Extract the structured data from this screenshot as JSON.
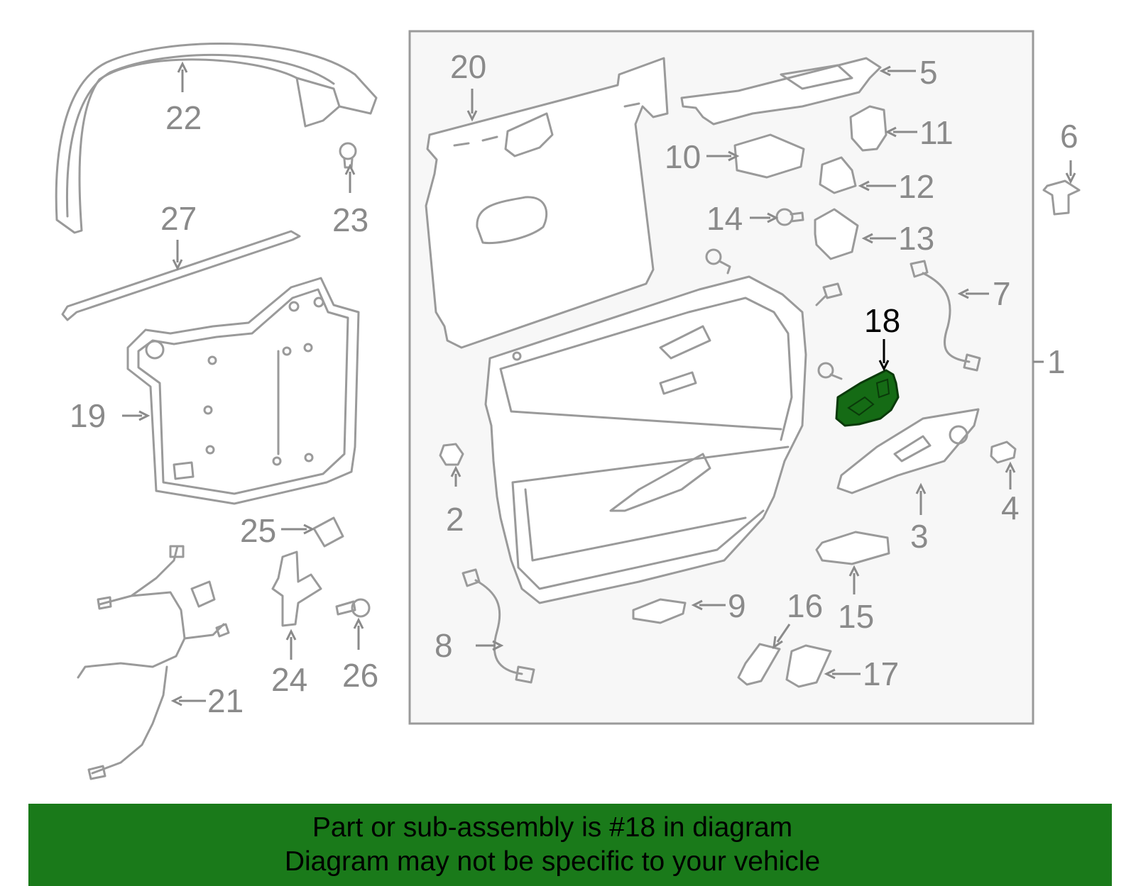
{
  "diagram": {
    "highlighted_part": "18",
    "callouts": [
      "1",
      "2",
      "3",
      "4",
      "5",
      "6",
      "7",
      "8",
      "9",
      "10",
      "11",
      "12",
      "13",
      "14",
      "15",
      "16",
      "17",
      "18",
      "19",
      "20",
      "21",
      "22",
      "23",
      "24",
      "25",
      "26",
      "27"
    ],
    "colors": {
      "highlight": "#156b15",
      "banner": "#1a7a1a",
      "line": "#9a9a9a",
      "assembly_box_fill": "#f7f7f7"
    }
  },
  "banner": {
    "line1": "Part or sub-assembly is #18 in diagram",
    "line2": "Diagram may not be specific to your vehicle"
  }
}
